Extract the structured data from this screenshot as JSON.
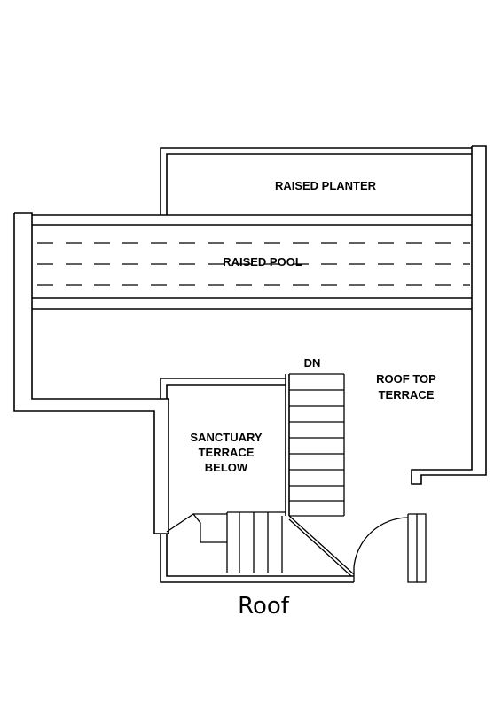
{
  "plan": {
    "labels": {
      "raised_planter": "RAISED PLANTER",
      "raised_pool": "RAISED POOL",
      "dn": "DN",
      "roof_top_terrace_line1": "ROOF TOP",
      "roof_top_terrace_line2": "TERRACE",
      "sanctuary_line1": "SANCTUARY",
      "sanctuary_line2": "TERRACE",
      "sanctuary_line3": "BELOW"
    },
    "caption": "Roof"
  }
}
